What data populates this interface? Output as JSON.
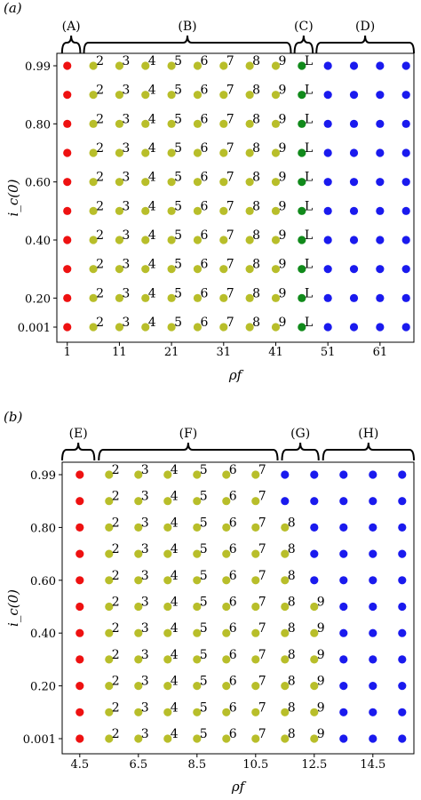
{
  "chart_data": [
    {
      "type": "scatter",
      "panel_label": "(a)",
      "xlabel": "ρf",
      "ylabel": "i_c(0)",
      "xticks": [
        "1",
        "11",
        "21",
        "31",
        "41",
        "51",
        "61"
      ],
      "yticks": [
        "0.99",
        "0.80",
        "0.60",
        "0.40",
        "0.20",
        "0.001"
      ],
      "xlim": [
        -1,
        67.5
      ],
      "rows": 10,
      "brackets": [
        {
          "label": "(A)",
          "from": 0,
          "to": 3.5
        },
        {
          "label": "(B)",
          "from": 4.2,
          "to": 43.9
        },
        {
          "label": "(C)",
          "from": 44.6,
          "to": 48.1
        },
        {
          "label": "(D)",
          "from": 48.8,
          "to": 67.5
        }
      ],
      "series": [
        {
          "color": "#ee1111",
          "x": [
            1
          ],
          "labels": [
            ""
          ]
        },
        {
          "color": "#b8be2a",
          "x": [
            6,
            11,
            16,
            21,
            26,
            31,
            36,
            41
          ],
          "labels": [
            "2",
            "3",
            "4",
            "5",
            "6",
            "7",
            "8",
            "9"
          ]
        },
        {
          "color": "#118a1b",
          "x": [
            46
          ],
          "labels": [
            "L"
          ]
        },
        {
          "color": "#1a1aee",
          "x": [
            51,
            56,
            61,
            66
          ],
          "labels": [
            "",
            "",
            "",
            ""
          ]
        }
      ]
    },
    {
      "type": "scatter",
      "panel_label": "(b)",
      "xlabel": "ρf",
      "ylabel": "i_c(0)",
      "xticks": [
        "4.5",
        "6.5",
        "8.5",
        "10.5",
        "12.5",
        "14.5"
      ],
      "yticks": [
        "0.99",
        "0.80",
        "0.60",
        "0.40",
        "0.20",
        "0.001"
      ],
      "xlim": [
        3.9,
        15.9
      ],
      "rows": 11,
      "brackets": [
        {
          "label": "(E)",
          "from": 3.9,
          "to": 5.0
        },
        {
          "label": "(F)",
          "from": 5.15,
          "to": 11.25
        },
        {
          "label": "(G)",
          "from": 11.4,
          "to": 12.65
        },
        {
          "label": "(H)",
          "from": 12.8,
          "to": 15.9
        }
      ],
      "series": [
        {
          "color": "#ee1111",
          "x": [
            4.5
          ],
          "row_filter": "all",
          "labels": [
            ""
          ]
        },
        {
          "color": "#b8be2a",
          "x": [
            5.5,
            6.5,
            7.5,
            8.5,
            9.5,
            10.5
          ],
          "labels": [
            "2",
            "3",
            "4",
            "5",
            "6",
            "7"
          ]
        },
        {
          "color": "#b8be2a",
          "x": [
            11.5
          ],
          "rows_from": 2,
          "labels": [
            "8"
          ]
        },
        {
          "color": "#b8be2a",
          "x": [
            12.5
          ],
          "rows_from": 5,
          "labels": [
            "9"
          ]
        },
        {
          "color": "#1a1aee",
          "x": [
            11.5
          ],
          "rows_to": 1
        },
        {
          "color": "#1a1aee",
          "x": [
            12.5
          ],
          "rows_to": 4
        },
        {
          "color": "#1a1aee",
          "x": [
            13.5,
            14.5,
            15.5
          ]
        }
      ]
    }
  ]
}
